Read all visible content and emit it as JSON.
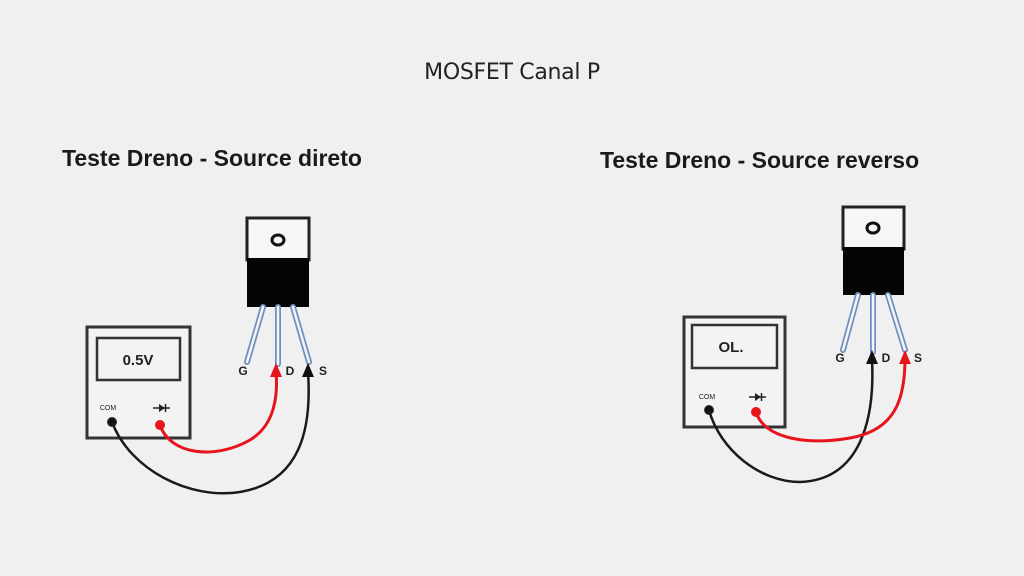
{
  "title": "MOSFET Canal P",
  "diagrams": [
    {
      "id": "left",
      "subtitle": "Teste Dreno - Source direto",
      "meter": {
        "display": "0.5V",
        "com_label": "COM",
        "mode_icon": "diode-icon"
      },
      "transistor": {
        "pins": [
          "G",
          "D",
          "S"
        ]
      },
      "probes": {
        "red": "D",
        "black": "S"
      }
    },
    {
      "id": "right",
      "subtitle": "Teste Dreno - Source reverso",
      "meter": {
        "display": "OL.",
        "com_label": "COM",
        "mode_icon": "diode-icon"
      },
      "transistor": {
        "pins": [
          "G",
          "D",
          "S"
        ]
      },
      "probes": {
        "red": "S",
        "black": "D"
      }
    }
  ],
  "colors": {
    "background": "#f0f0f0",
    "red_probe": "#e8141b",
    "black_probe": "#1a1a1a",
    "lead": "#6f8fc0"
  }
}
